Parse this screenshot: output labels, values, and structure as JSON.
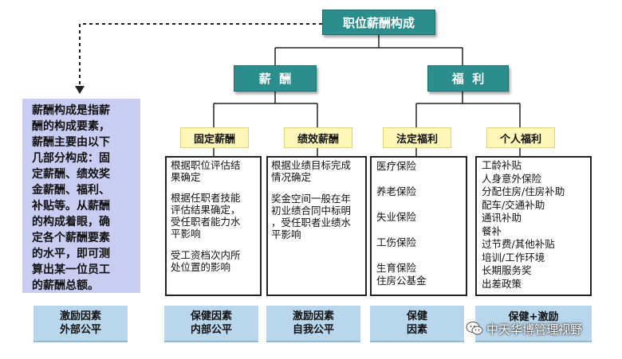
{
  "root": "职位薪酬构成",
  "branches": {
    "salary": "薪  酬",
    "welfare": "福  利"
  },
  "description": [
    "薪酬构成是指薪",
    "酬的构成要素，",
    "薪酬主要由以下",
    "几部分构成：固",
    "定薪酬、绩效奖",
    "金薪酬、福利、",
    "补贴等。从薪酬",
    "的构成着眼，确",
    "定各个薪酬要素",
    "的水平，即可测",
    "算出某一位员工",
    "的薪酬总额。"
  ],
  "categories": [
    {
      "title": "固定薪酬",
      "details": [
        "根据职位评估结",
        "果确定",
        "",
        "根据任职者技能",
        "评估结果确定，",
        "受任职者能力水",
        "平影响",
        "",
        "受工资档次内所",
        "处位置的影响"
      ],
      "footer": [
        "保健因素",
        "内部公平"
      ]
    },
    {
      "title": "绩效薪酬",
      "details": [
        "根据业绩目标完成",
        "情况确定",
        "",
        "奖金空间一般在年",
        "初业绩合同中标明",
        "，受任职者业绩水",
        "平影响"
      ],
      "footer": [
        "激励因素",
        "自我公平"
      ]
    },
    {
      "title": "法定福利",
      "details": [
        "医疗保险",
        "",
        "养老保险",
        "",
        "失业保险",
        "",
        "工伤保险",
        "",
        "生育保险",
        "住房公基金"
      ],
      "footer": [
        "保健",
        "因素"
      ]
    },
    {
      "title": "个人福利",
      "details": [
        "工龄补贴",
        "人身意外保险",
        "分配住房/住房补助",
        "配车/交通补助",
        "通讯补助",
        "餐补",
        "过节费/其他补贴",
        "培训/工作环境",
        "长期服务奖",
        "出差政策"
      ],
      "footer": [
        "保健+激励",
        ""
      ]
    }
  ],
  "left_footer": [
    "激励因素",
    "外部公平"
  ],
  "watermark": "中天华博管理视野",
  "colors": {
    "teal": "#2b8e8c",
    "yellow": "#fff7b8",
    "lavender": "#c9cdf2",
    "light_blue": "#b8d6ec"
  }
}
